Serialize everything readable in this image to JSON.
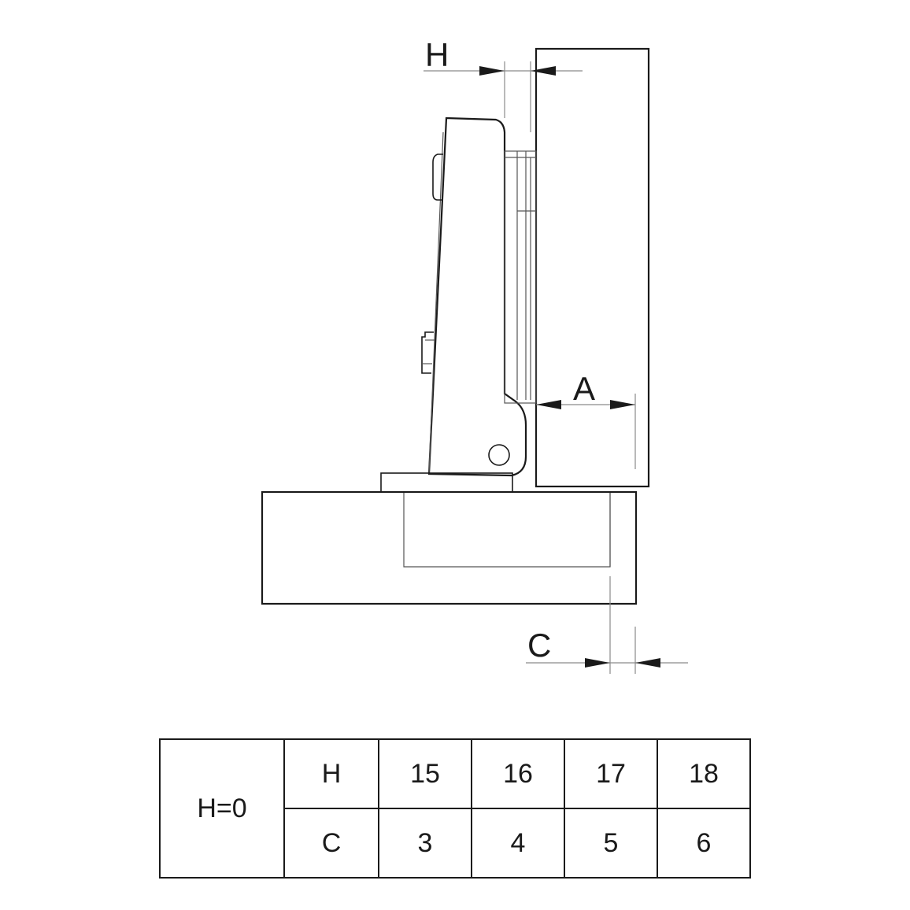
{
  "diagram": {
    "labels": {
      "h": "H",
      "a": "A",
      "c": "C"
    }
  },
  "table": {
    "title": "H=0",
    "rows": [
      {
        "label": "H",
        "values": [
          "15",
          "16",
          "17",
          "18"
        ]
      },
      {
        "label": "C",
        "values": [
          "3",
          "4",
          "5",
          "6"
        ]
      }
    ]
  }
}
